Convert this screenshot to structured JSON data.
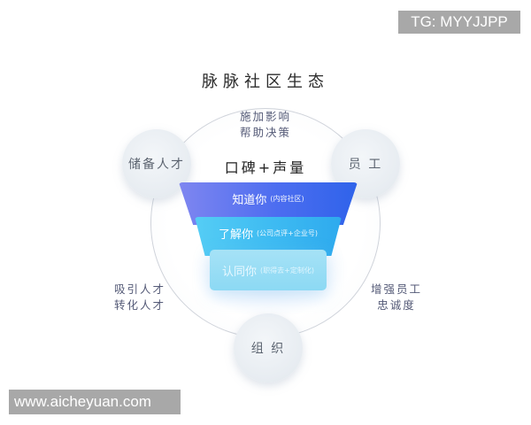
{
  "title": "脉脉社区生态",
  "ring": {
    "top_text": [
      "施加影响",
      "帮助决策"
    ],
    "left_text": [
      "吸引人才",
      "转化人才"
    ],
    "right_text": [
      "增强员工",
      "忠诚度"
    ]
  },
  "nodes": {
    "left": "储备人才",
    "right": "员 工",
    "bottom": "组 织"
  },
  "center_label": "口碑+声量",
  "funnel": [
    {
      "main": "知道你",
      "sub": "(内容社区)",
      "color": "#4c6df0"
    },
    {
      "main": "了解你",
      "sub": "(公司点评+企业号)",
      "color": "#3fbcf2"
    },
    {
      "main": "认同你",
      "sub": "(职得去+定制化)",
      "color": "#8cd9f4"
    }
  ],
  "watermarks": {
    "tg": "TG: MYYJJPP",
    "site": "www.aicheyuan.com"
  }
}
